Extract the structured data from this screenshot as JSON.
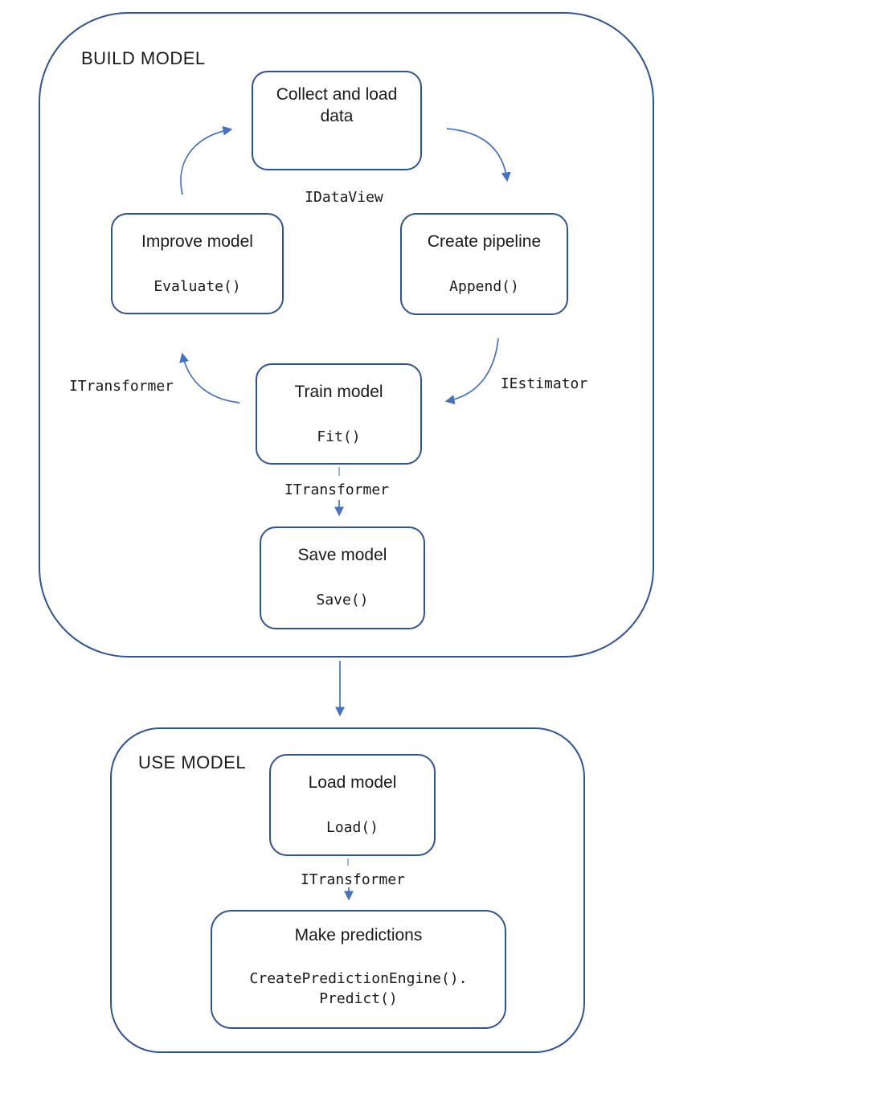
{
  "colors": {
    "box_border": "#2F5496",
    "container_border": "#2F5496",
    "arrow": "#4472C4",
    "connector_dash": "#8FAADC",
    "text": "#1A1A1A",
    "background": "#FFFFFF"
  },
  "build": {
    "label": "BUILD MODEL",
    "boxes": {
      "collect": {
        "title": "Collect and load data"
      },
      "improve": {
        "title": "Improve model",
        "code": "Evaluate()"
      },
      "create": {
        "title": "Create pipeline",
        "code": "Append()"
      },
      "train": {
        "title": "Train model",
        "code": "Fit()"
      },
      "save": {
        "title": "Save model",
        "code": "Save()"
      }
    },
    "labels": {
      "idataview": "IDataView",
      "itransformer_left": "ITransformer",
      "iestimator": "IEstimator",
      "itransformer_mid": "ITransformer"
    }
  },
  "use": {
    "label": "USE MODEL",
    "boxes": {
      "load": {
        "title": "Load model",
        "code": "Load()"
      },
      "predict": {
        "title": "Make predictions",
        "code_line1": "CreatePredictionEngine().",
        "code_line2": "Predict()"
      }
    },
    "labels": {
      "itransformer": "ITransformer"
    }
  },
  "edges": [
    {
      "from": "Improve model",
      "to": "Collect and load data",
      "label": "IDataView"
    },
    {
      "from": "Collect and load data",
      "to": "Create pipeline",
      "label": "IDataView"
    },
    {
      "from": "Create pipeline",
      "to": "Train model",
      "label": "IEstimator"
    },
    {
      "from": "Train model",
      "to": "Improve model",
      "label": "ITransformer"
    },
    {
      "from": "Train model",
      "to": "Save model",
      "label": "ITransformer"
    },
    {
      "from": "BUILD MODEL",
      "to": "USE MODEL",
      "label": ""
    },
    {
      "from": "Load model",
      "to": "Make predictions",
      "label": "ITransformer"
    }
  ]
}
